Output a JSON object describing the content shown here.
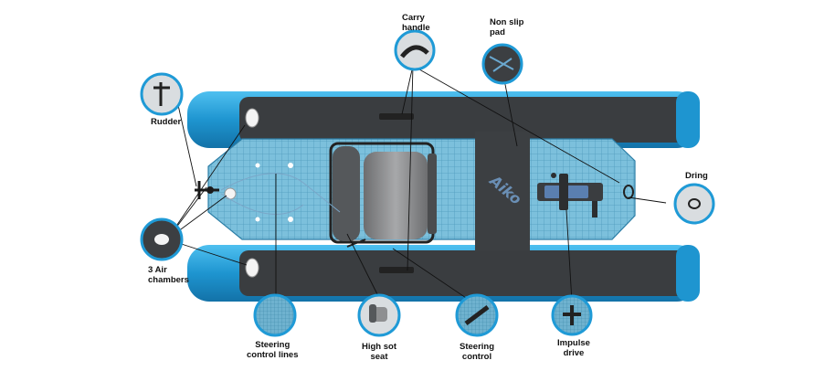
{
  "title": "",
  "labels": {
    "carry_handle": [
      "Carry",
      "handle"
    ],
    "non_slip_pad": [
      "Non slip",
      "pad"
    ],
    "rudder": [
      "Rudder"
    ],
    "d_ring": [
      "Dring"
    ],
    "air_chambers": [
      "3 Air",
      "chambers"
    ],
    "steering_lines": [
      "Steering",
      "control lines"
    ],
    "high_seat": [
      "High sot",
      "seat"
    ],
    "steering_control": [
      "Steering",
      "control"
    ],
    "impulse_drive": [
      "Impulse",
      "drive"
    ]
  },
  "logo_text": "Aiko",
  "colors": {
    "pontoon_blue": "#2a9fd8",
    "pontoon_dark": "#3a3d40",
    "deck_grid": "#6fb8d6",
    "callout_ring": "#1f9ad6",
    "seat_gray": "#8e8f91",
    "pad_dark": "#3c3f42"
  },
  "icons": [
    "rudder-icon",
    "carry-handle-icon",
    "non-slip-pad-icon",
    "d-ring-icon",
    "air-valve-icon",
    "steering-lines-icon",
    "seat-icon",
    "steering-control-icon",
    "impulse-drive-icon"
  ]
}
